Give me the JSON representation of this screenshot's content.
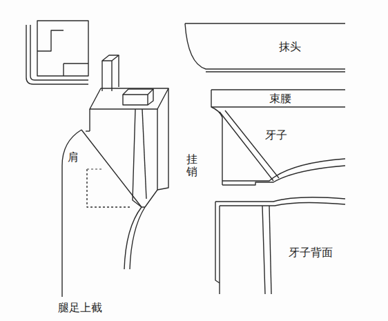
{
  "diagram": {
    "labels": [
      "抹头",
      "束腰",
      "牙子",
      "挂销",
      "肩",
      "牙子背面",
      "腿足上截"
    ]
  }
}
